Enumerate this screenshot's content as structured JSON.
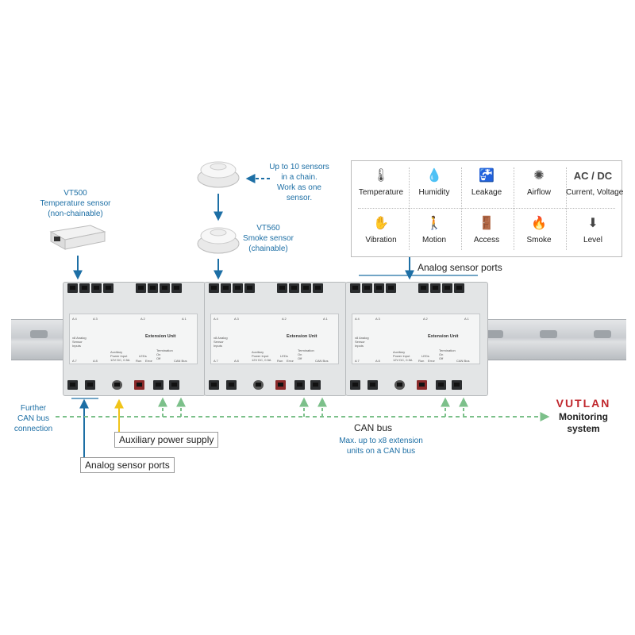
{
  "vt500": {
    "model": "VT500",
    "name": "Temperature sensor",
    "note": "(non-chainable)"
  },
  "vt560": {
    "model": "VT560",
    "name": "Smoke sensor",
    "note": "(chainable)"
  },
  "chain_note": [
    "Up to 10 sensors",
    "in a chain.",
    "Work as one",
    "sensor."
  ],
  "sensor_types": [
    {
      "label": "Temperature",
      "icon": "thermometer-icon",
      "glyph": "🌡"
    },
    {
      "label": "Humidity",
      "icon": "droplet-icon",
      "glyph": "💧"
    },
    {
      "label": "Leakage",
      "icon": "faucet-icon",
      "glyph": "🚰"
    },
    {
      "label": "Airflow",
      "icon": "fan-icon",
      "glyph": "✺"
    },
    {
      "label": "Current, Voltage",
      "icon": "acdc-icon",
      "glyph": "AC / DC"
    },
    {
      "label": "Vibration",
      "icon": "vibration-icon",
      "glyph": "✋"
    },
    {
      "label": "Motion",
      "icon": "motion-icon",
      "glyph": "🚶"
    },
    {
      "label": "Access",
      "icon": "door-icon",
      "glyph": "🚪"
    },
    {
      "label": "Smoke",
      "icon": "flame-icon",
      "glyph": "🔥"
    },
    {
      "label": "Level",
      "icon": "level-icon",
      "glyph": "⬇"
    }
  ],
  "top_ports_label": "Analog sensor ports",
  "bottom_ports_label": "Analog sensor ports",
  "aux_power_label": "Auxiliary power supply",
  "further_can": [
    "Further",
    "CAN bus",
    "connection"
  ],
  "can_bus_title": "CAN bus",
  "can_bus_note": [
    "Max. up to x8 extension",
    "units on a CAN bus"
  ],
  "brand": "VUTLAN",
  "monitoring": [
    "Monitoring",
    "system"
  ],
  "unit": {
    "title": "Extension Unit",
    "inputs": [
      "x8 Analog",
      "Sensor",
      "Inputs"
    ],
    "power": [
      "Auxiliary",
      "Power Input",
      "12V DC, 0.5A"
    ],
    "leds": "LEDs",
    "led_run": "Run",
    "led_error": "Error",
    "termination": [
      "Termination",
      "On",
      "Off"
    ],
    "can_bus": "CAN Bus",
    "top_port_labels": [
      "A 4",
      "A 3",
      "A 2",
      "A 1"
    ],
    "bottom_port_labels": [
      "A 7",
      "A 8"
    ]
  },
  "colors": {
    "blue": "#1d6fa5",
    "green": "#7cc08a",
    "yellow": "#f0c419",
    "red": "#c0272d"
  }
}
